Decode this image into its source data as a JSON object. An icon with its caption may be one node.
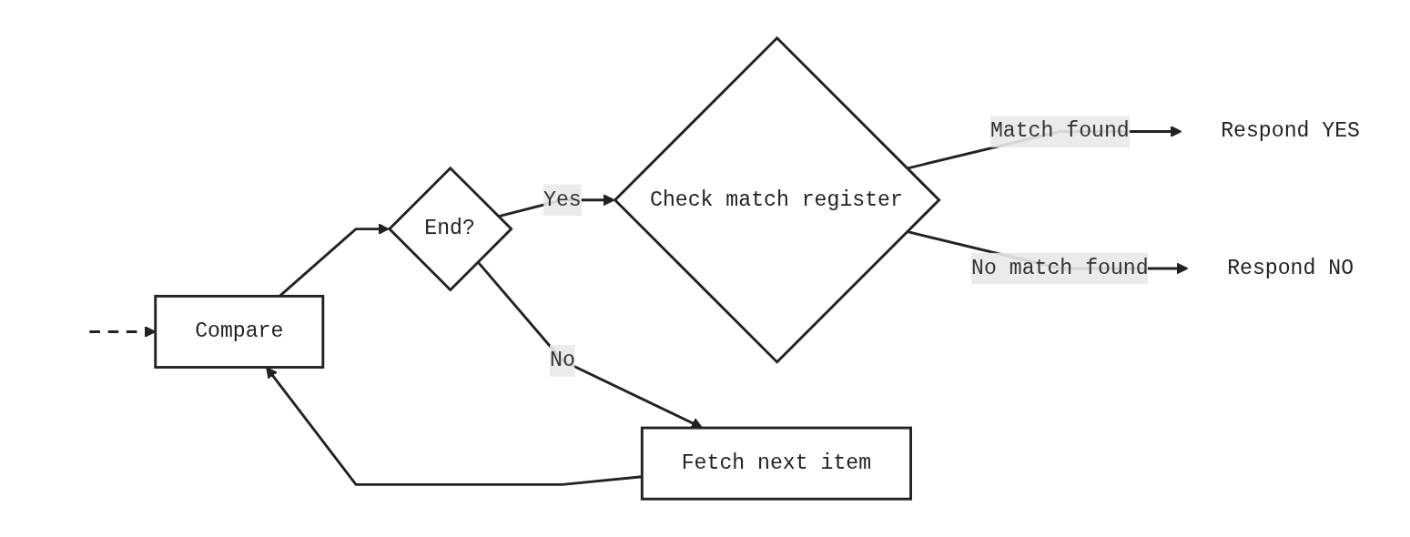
{
  "diagram": {
    "nodes": [
      {
        "text": [
          "Compare"
        ]
      },
      {
        "text": [
          "End?"
        ]
      },
      {
        "text": [
          "Check match register"
        ]
      },
      {
        "text": [
          "Respond YES"
        ]
      },
      {
        "text": [
          "Respond NO"
        ]
      },
      {
        "text": [
          "Fetch next item"
        ]
      }
    ],
    "edges": [
      {
        "from": null,
        "to": 0,
        "arrow": "to",
        "style": "dashed"
      },
      {
        "from": 0,
        "to": 1,
        "arrow": "to"
      },
      {
        "from": 1,
        "to": 2,
        "arrow": "to",
        "label": "Yes"
      },
      {
        "from": 1,
        "to": 5,
        "arrow": "to",
        "label": "No"
      },
      {
        "from": 5,
        "to": 0,
        "arrow": "to"
      },
      {
        "from": 2,
        "to": 3,
        "arrow": "to",
        "label": "Match found"
      },
      {
        "from": 2,
        "to": 4,
        "arrow": "to",
        "label": "No match found"
      }
    ]
  }
}
